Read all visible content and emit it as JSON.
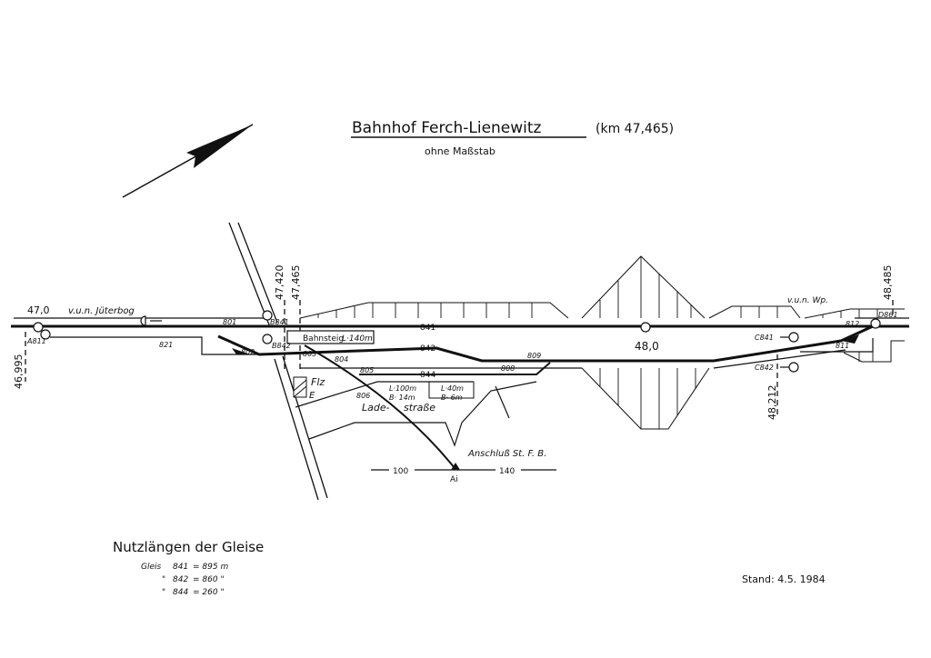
{
  "title": {
    "name": "Bahnhof Ferch-Lienewitz",
    "km": "(km 47,465)",
    "subtitle": "ohne Maßstab"
  },
  "km_marks": {
    "k47_0": "47,0",
    "k48_0": "48,0",
    "k46995": "46,995",
    "k47420": "47,420",
    "k47465": "47,465",
    "k48212": "48,212",
    "k48485": "48,485"
  },
  "directions": {
    "left": "v.u.n. Jüterbog",
    "right": "v.u.n. Wp."
  },
  "tracks": {
    "t841": "841",
    "t842": "842",
    "t844": "844"
  },
  "switches": [
    "801",
    "802",
    "803",
    "804",
    "805",
    "806",
    "808",
    "809",
    "811",
    "812",
    "821"
  ],
  "signals": {
    "a811": "A811",
    "b841": "B841",
    "b842": "B842",
    "c841": "C841",
    "c842": "C842",
    "d861": "D861"
  },
  "platform": {
    "label": "Bahnsteig",
    "length": "L·140m"
  },
  "building": {
    "line1": "Flz",
    "line2": "E"
  },
  "loading": {
    "l1": "L·100m",
    "b1": "B· 14m",
    "l2": "L·40m",
    "b2": "B· 6m",
    "road1": "Lade-",
    "road2": "straße"
  },
  "siding": {
    "label": "Anschluß St. F. B.",
    "left_len": "100",
    "right_len": "140",
    "point": "Ai"
  },
  "useful_lengths": {
    "title": "Nutzlängen der Gleise",
    "rows": [
      {
        "prefix": "Gleis",
        "track": "841",
        "value": "= 895 m"
      },
      {
        "prefix": "\"",
        "track": "842",
        "value": "= 860 \""
      },
      {
        "prefix": "\"",
        "track": "844",
        "value": "= 260 \""
      }
    ]
  },
  "stand": "Stand:  4.5. 1984"
}
